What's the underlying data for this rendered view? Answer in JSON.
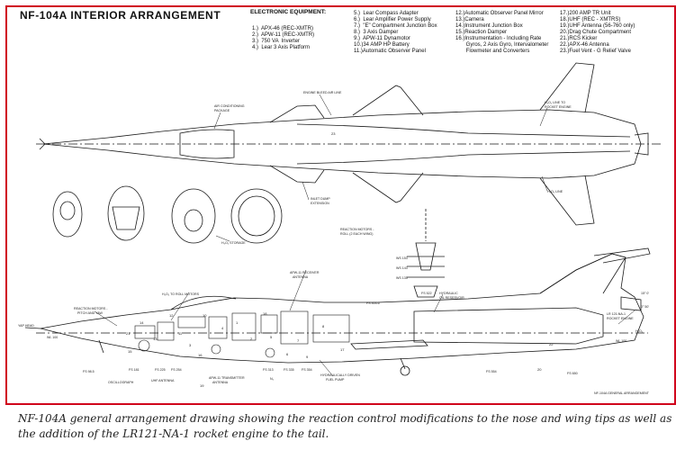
{
  "title": "NF-104A   INTERIOR   ARRANGEMENT",
  "equipment_heading": "ELECTRONIC   EQUIPMENT:",
  "equipment_columns": [
    [
      "1.)  APX-46 (REC-XMTR)",
      "2.)  APW-11 (REC-XMTR)",
      "3.)  750 VA  Inverter",
      "4.)  Lear 3 Axis Platform"
    ],
    [
      "5.)  Lear Compass Adapter",
      "6.)  Lear Amplifier Power Supply",
      "7.)  \"E\" Compartment Junction Box",
      "8.)  3 Axis Damper",
      "9.)  APW-11 Dynamotor",
      "10.)34 AMP HP Battery",
      "11.)Automatic Observer Panel"
    ],
    [
      "12.)Automatic Observer Panel Mirror",
      "13.)Camera",
      "14.)Instrument Junction Box",
      "15.)Reaction Damper",
      "16.)Instrumentation - Including Rate",
      "       Gyros, 2 Axis Gyro, Intervalometer",
      "       Flowmeter and Converters"
    ],
    [
      "17.)200 AMP TR Unit",
      "18.)UHF (REC - XMTRS)",
      "19.)UHF Antenna (56-760 only)",
      "20.)Drag Chute Compartment",
      "21.)RCS Kicker",
      "22.)APX-46 Antenna",
      "23.)Fuel Vent - G Relief Valve"
    ]
  ],
  "labels": {
    "air_conditioning": "AIR CONDITIONING",
    "package": "PACKAGE",
    "engine_bleed": "ENGINE BLEED AIR LINE",
    "h2o2_line_rocket": "H₂O₂ LINE TO",
    "rocket_engine": "ROCKET ENGINE",
    "h2o2_line": "H₂O₂ LINE",
    "inlet_dump": "INLET DUMP",
    "extension": "EXTENSION",
    "h2o2_storage": "H₂O₂ STORAGE",
    "reaction_motors_roll": "REACTION MOTORS -",
    "roll_each_wing": "ROLL (2 EACH WING)",
    "ws_153": "WS 153",
    "ws_143": "WS 143",
    "ws_135": "WS 135",
    "apw_receiver": "APW-11 RECEIVER",
    "antenna": "ANTENNA",
    "h2o2_roll_motors": "H₂O₂ TO ROLL MOTORS",
    "reaction_motors_pitch": "REACTION MOTORS -",
    "pitch_and_yaw": "PITCH AND YAW",
    "yap_head": "YAP HEAD",
    "wl_100_left": "WL 100",
    "fs_403": "FS 403.6",
    "fs_522": "FS 522",
    "hydraulic_oil": "HYDRAULIC",
    "oil_reservoir": "OIL RESERVOIR",
    "lr121": "LR 121-NA-1",
    "rocket_engine_tail": "ROCKET ENGINE",
    "h2o2_tail": "H₂O₂",
    "wl_100_right": "WL 100",
    "fs_98": "FS 98.5",
    "fs_181": "FS 181",
    "fs_225": "FS 225",
    "fs_254": "FS 254",
    "fs_313": "FS 313",
    "fs_335": "FS 335",
    "fs_354": "FS 354",
    "fs_554": "FS 554",
    "fs_650": "FS 650",
    "oscillograph": "OSCILLOGRAPH",
    "uhf_antenna": "UHF ANTENNA",
    "apw_transmitter": "APW-11 TRANSMITTER",
    "antenna2": "ANTENNA",
    "n2": "N₂",
    "hydraulically_driven": "HYDRAULICALLY DRIVEN",
    "fuel_pump": "FUEL PUMP",
    "drawing_no": "NF-104A GENERAL ARRANGEMENT",
    "angle_top": "15° 0'",
    "angle_bottom": "0° 50'"
  },
  "item_numbers": [
    "1",
    "2",
    "3",
    "4",
    "5",
    "6",
    "7",
    "8",
    "9",
    "10",
    "11",
    "12",
    "13",
    "14",
    "15",
    "16",
    "17",
    "18",
    "19",
    "20",
    "21",
    "22",
    "23"
  ],
  "caption": "NF-104A general arrangement drawing showing the reaction control modifications to the nose and wing tips as well as the addition of the LR121-NA-1 rocket engine to the tail.",
  "colors": {
    "frame": "#d0021b",
    "line": "#1a1a1a"
  }
}
